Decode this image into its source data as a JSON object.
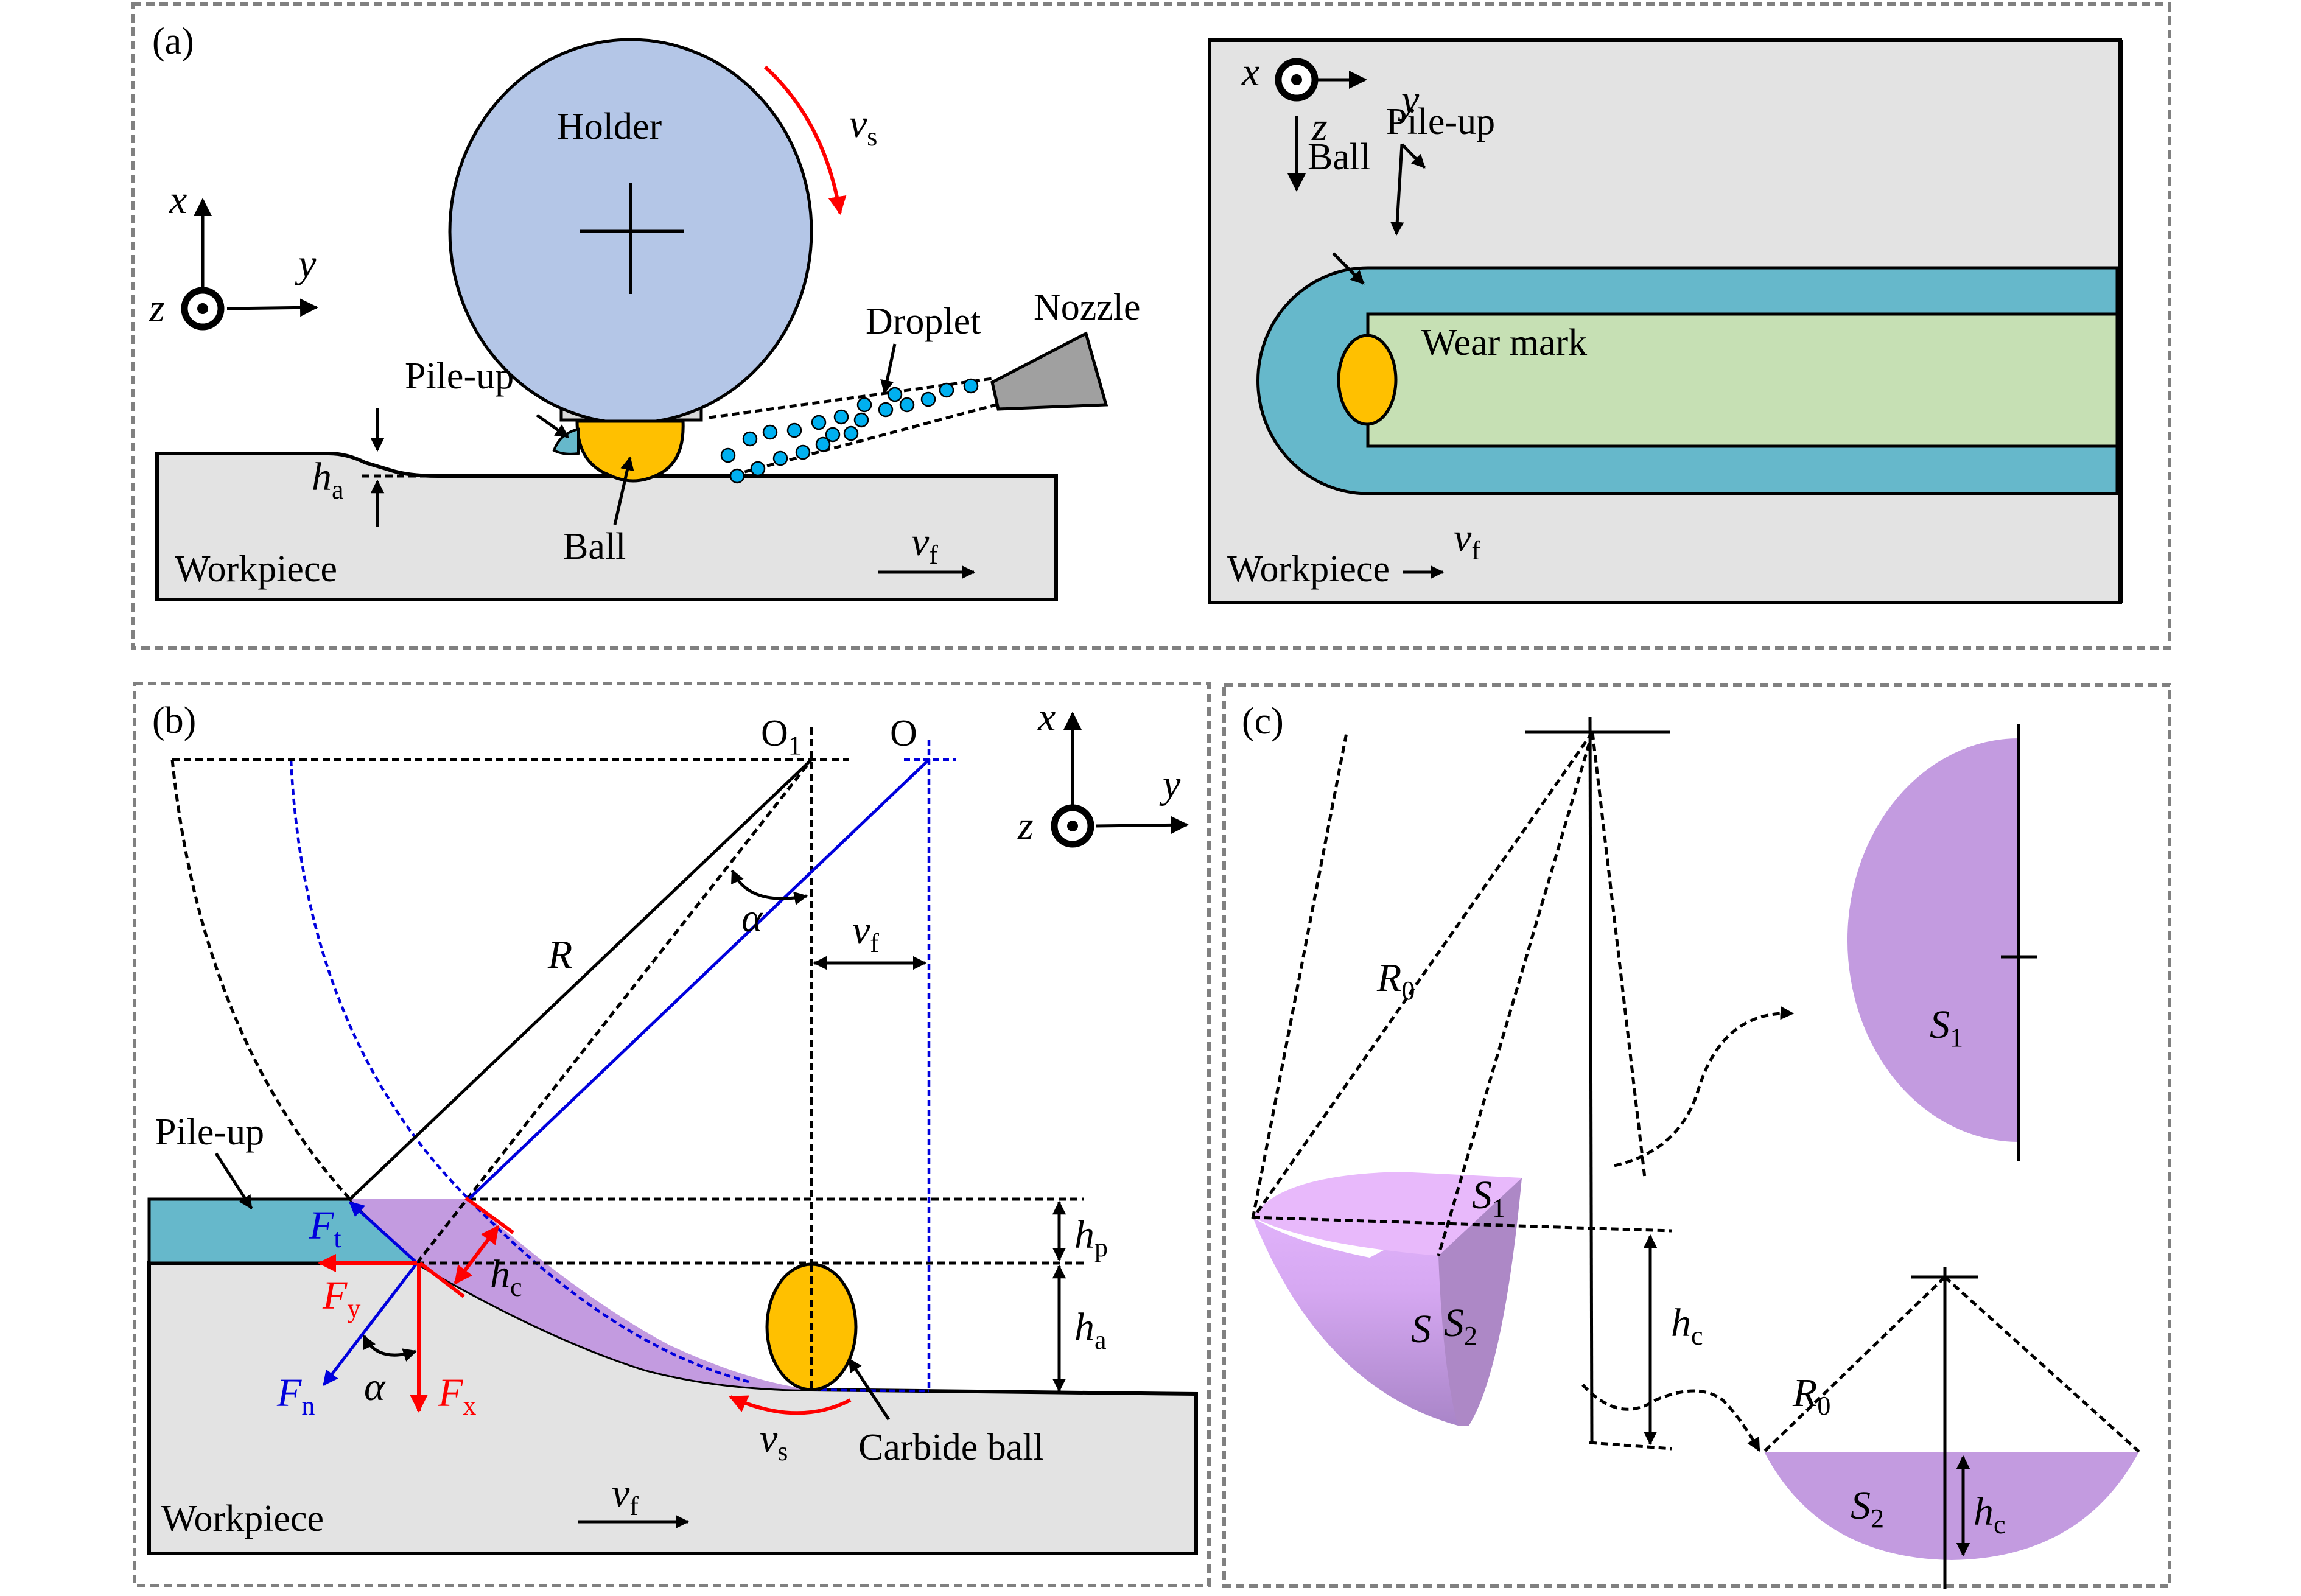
{
  "figure": {
    "colors": {
      "holder": "#b4c6e7",
      "ball": "#ffc000",
      "pileup": "#66b8cb",
      "wear_mark": "#c6e0b4",
      "workpiece": "#e3e3e3",
      "nozzle": "#a0a0a0",
      "droplet": "#00b0f0",
      "chip": "#c39be0",
      "force_red": "#ff0000",
      "force_blue": "#0000dd",
      "frame": "#808080"
    },
    "panel_a": {
      "tag": "(a)",
      "side": {
        "holder": "Holder",
        "vs": "v",
        "vs_sub": "s",
        "droplet": "Droplet",
        "nozzle": "Nozzle",
        "pileup": "Pile-up",
        "ha": "h",
        "ha_sub": "a",
        "ball": "Ball",
        "workpiece": "Workpiece",
        "vf": "v",
        "vf_sub": "f",
        "axes": {
          "x": "x",
          "y": "y",
          "z": "z"
        }
      },
      "top": {
        "axes": {
          "x": "x",
          "y": "y",
          "z": "z"
        },
        "pileup": "Pile-up",
        "ball": "Ball",
        "wear_mark": "Wear mark",
        "workpiece": "Workpiece",
        "vf": "v",
        "vf_sub": "f"
      }
    },
    "panel_b": {
      "tag": "(b)",
      "o1": "O",
      "o1_sub": "1",
      "o": "O",
      "axes": {
        "x": "x",
        "y": "y",
        "z": "z"
      },
      "alpha_top": "α",
      "r": "R",
      "vf_top": "v",
      "vf_top_sub": "f",
      "pileup": "Pile-up",
      "ft": "F",
      "ft_sub": "t",
      "fy": "F",
      "fy_sub": "y",
      "fn": "F",
      "fn_sub": "n",
      "alpha_bottom": "α",
      "fx": "F",
      "fx_sub": "x",
      "hc": "h",
      "hc_sub": "c",
      "hp": "h",
      "hp_sub": "p",
      "ha": "h",
      "ha_sub": "a",
      "vs": "v",
      "vs_sub": "s",
      "carbide_ball": "Carbide ball",
      "workpiece": "Workpiece",
      "vf_bottom": "v",
      "vf_bottom_sub": "f"
    },
    "panel_c": {
      "tag": "(c)",
      "r0": "R",
      "r0_sub": "0",
      "s1": "S",
      "s1_sub": "1",
      "s": "S",
      "s2": "S",
      "s2_sub": "2",
      "hc": "h",
      "hc_sub": "c",
      "s1_detail": "S",
      "s1_detail_sub": "1",
      "r0_detail": "R",
      "r0_detail_sub": "0",
      "s2_detail": "S",
      "s2_detail_sub": "2",
      "hc_detail": "h",
      "hc_detail_sub": "c"
    }
  }
}
